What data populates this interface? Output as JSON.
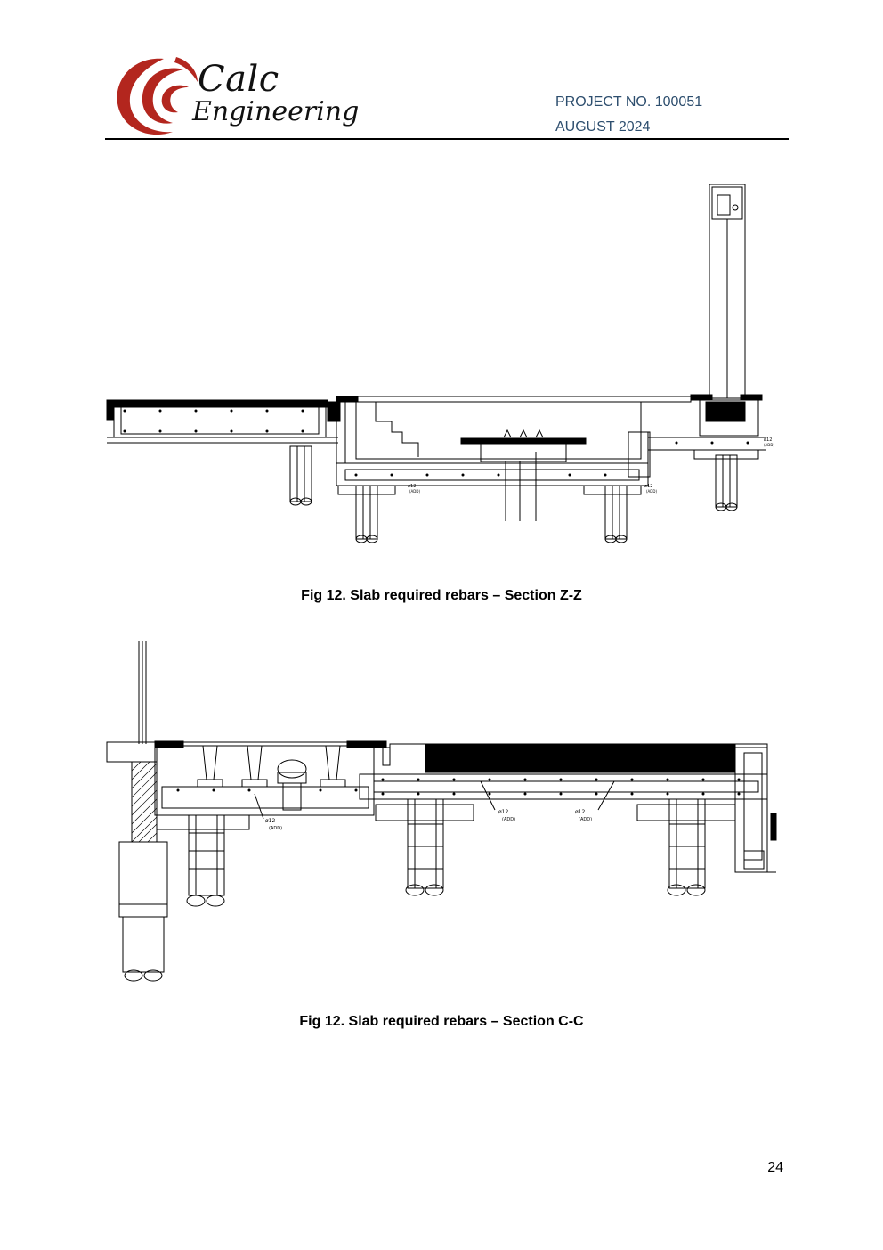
{
  "header": {
    "logo_line1": "Calc",
    "logo_line2": "Engineering",
    "project_no": "PROJECT NO. 100051",
    "date": "AUGUST 2024"
  },
  "figures": [
    {
      "caption": "Fig 12. Slab required rebars – Section Z-Z",
      "labels": [
        "ø12",
        "(ADD)",
        "ø12",
        "(ADD)",
        "ø12",
        "(ADD)"
      ]
    },
    {
      "caption": "Fig 12. Slab required rebars – Section C-C",
      "labels": [
        "ø12",
        "(ADD)",
        "ø12",
        "(ADD)",
        "ø12",
        "(ADD)"
      ]
    }
  ],
  "page_number": "24",
  "colors": {
    "logo_red": "#b3261e",
    "header_text": "#2d4e6e"
  }
}
